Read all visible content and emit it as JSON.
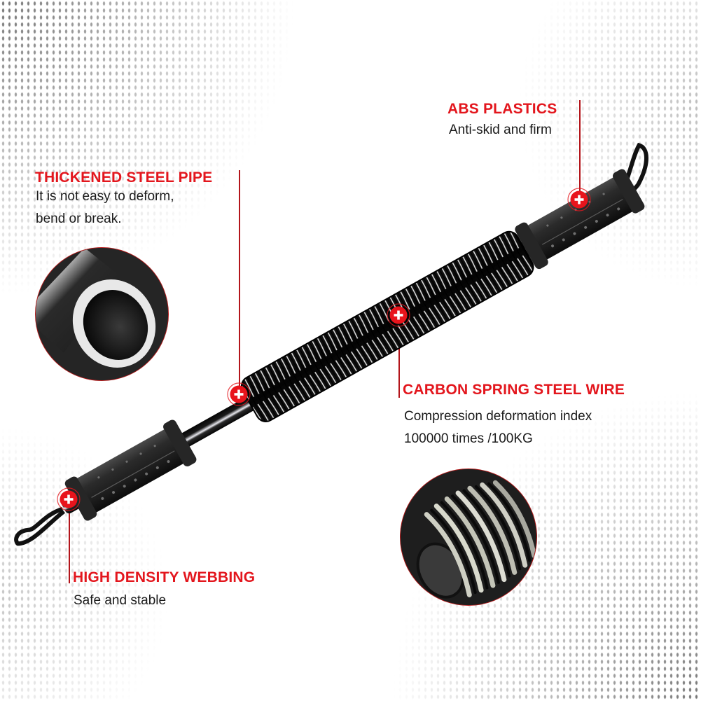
{
  "callouts": [
    {
      "id": "abs-plastics",
      "title": "ABS PLASTICS",
      "lines": [
        "Anti-skid and firm"
      ]
    },
    {
      "id": "thickened-steel-pipe",
      "title": "THICKENED STEEL PIPE",
      "lines": [
        "It is not easy to deform,",
        "bend or break."
      ]
    },
    {
      "id": "carbon-spring-steel-wire",
      "title": "CARBON SPRING STEEL WIRE",
      "lines": [
        "Compression deformation index",
        "100000 times /100KG"
      ]
    },
    {
      "id": "high-density-webbing",
      "title": "HIGH DENSITY WEBBING",
      "lines": [
        "Safe and stable"
      ]
    }
  ],
  "markers": [
    {
      "target": "abs-plastics",
      "icon": "plus-icon"
    },
    {
      "target": "carbon-spring-steel-wire",
      "icon": "plus-icon"
    },
    {
      "target": "thickened-steel-pipe",
      "icon": "plus-icon"
    },
    {
      "target": "high-density-webbing",
      "icon": "plus-icon"
    }
  ],
  "insets": [
    {
      "name": "steel-pipe-cross-section"
    },
    {
      "name": "spring-coil-closeup"
    }
  ],
  "colors": {
    "accent_red": "#e3161d",
    "line_red": "#b3151b",
    "text_dark": "#1a1a1a",
    "product_black": "#111111"
  }
}
